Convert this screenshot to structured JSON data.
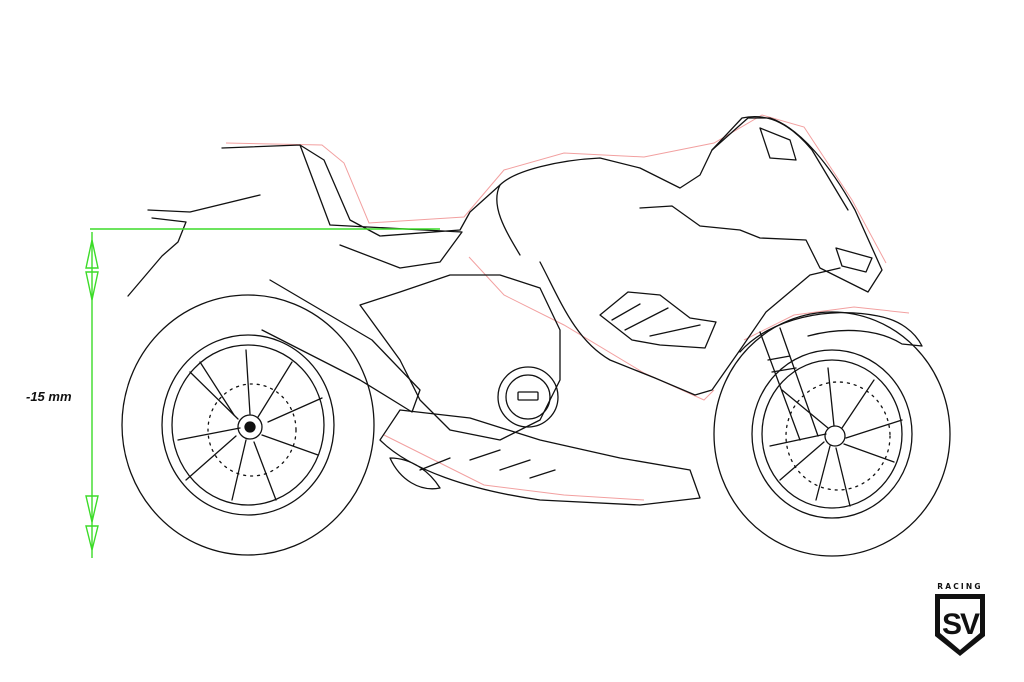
{
  "measurement": {
    "label": "-15 mm",
    "line_color": "#3cdc28"
  },
  "drawing": {
    "outline_color": "#111111",
    "ghost_outline_color": "#f2a0a0"
  },
  "logo": {
    "small_text": "RACING",
    "monogram": "SV"
  }
}
